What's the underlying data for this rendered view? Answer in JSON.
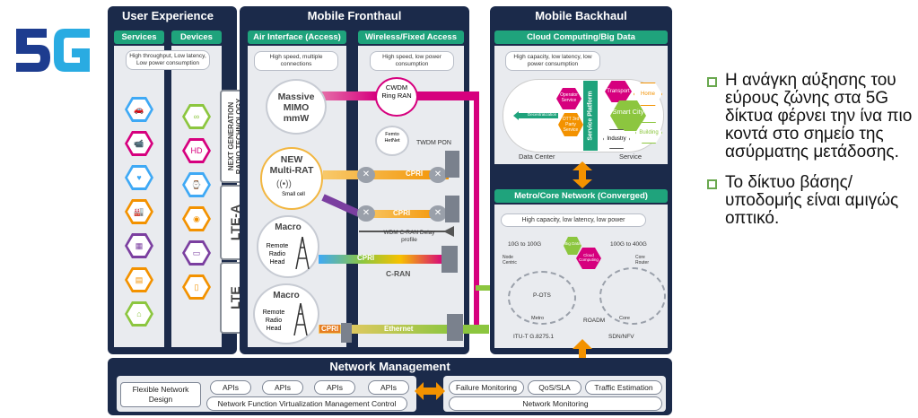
{
  "logo": {
    "text": "5G"
  },
  "ux": {
    "title": "User Experience",
    "services_label": "Services",
    "devices_label": "Devices",
    "desc": "High throughput, Low latency, Low power consumption",
    "service_icons": [
      "car-icon",
      "cctv-icon",
      "heart-monitor-icon",
      "factory-icon",
      "building-icon",
      "office-building-icon",
      "house-icon"
    ],
    "device_icons": [
      "glasses-icon",
      "hd-tv-icon",
      "smartwatch-icon",
      "camera-icon",
      "tablet-icon",
      "smartphone-icon"
    ]
  },
  "radio_tabs": {
    "next_gen": "NEXT GENERATION RADIO TECHNOLOGY",
    "lte_a": "LTE-A",
    "lte": "LTE"
  },
  "fronthaul": {
    "title": "Mobile Fronthaul",
    "air_label": "Air Interface (Access)",
    "wireless_label": "Wireless/Fixed Access",
    "air_desc": "High speed, multiple connections",
    "wireless_desc": "High speed, low power consumption",
    "massive": "Massive MIMO mmW",
    "new_multi": "NEW Multi-RAT",
    "small_cell": "Small cell",
    "macro1": "Macro",
    "remote1": "Remote Radio Head",
    "macro2": "Macro",
    "remote2": "Remote Radio Head",
    "cwdm": "CWDM Ring RAN",
    "femto": "Femto HetNet",
    "twdm": "TWDM PON",
    "cpri_1": "CPRI",
    "cpri_2": "CPRI",
    "cpri_3": "CPRI",
    "cpri_4": "CPRI",
    "wdm": "WDM C-RAN Delay profile",
    "cran": "C-RAN",
    "ethernet": "Ethernet"
  },
  "backhaul": {
    "title": "Mobile Backhaul",
    "cloud_label": "Cloud Computing/Big Data",
    "cloud_desc": "High capacity, low latency, low power consumption",
    "operator": "Operator Service",
    "ott": "OTT 3rd Party Service",
    "service_platform": "Service Platform",
    "decentral": "Decentralization",
    "transport": "Transport",
    "home": "Home",
    "smart_city": "Smart City",
    "industry": "Industry",
    "building": "Building",
    "data_center": "Data Center",
    "service": "Service",
    "metro_label": "Metro/Core Network (Converged)",
    "metro_desc": "High capacity, low latency, low power",
    "g10": "10G to 100G",
    "g100": "100G to 400G",
    "big_data": "Big Data",
    "cloud_computing": "Cloud Computing",
    "node_centric": "Node Centric",
    "core_router": "Core Router",
    "p_ots": "P-OTS",
    "roadm": "ROADM",
    "metro": "Metro",
    "core": "Core",
    "itu": "ITU-T G.8275.1",
    "sdn": "SDN/NFV"
  },
  "mgmt": {
    "title": "Network Management",
    "flexible": "Flexible Network Design",
    "apis": [
      "APIs",
      "APIs",
      "APIs",
      "APIs"
    ],
    "nfv": "Network Function Virtualization Management Control",
    "failure": "Failure Monitoring",
    "qos": "QoS/SLA",
    "traffic": "Traffic Estimation",
    "monitoring": "Network Monitoring"
  },
  "bullets": [
    "Η ανάγκη αύξησης του εύρους ζώνης στα 5G  δίκτυα φέρνει την ίνα πιο κοντά στο σημείο της ασύρματης μετάδοσης.",
    "Το δίκτυο βάσης/ υποδομής είναι αμιγώς οπτικό."
  ],
  "colors": {
    "navy": "#1b2a4a",
    "green": "#1fa37c",
    "magenta": "#d6007e",
    "orange": "#f39200",
    "purple": "#7b3fa0",
    "lime": "#8cc63f"
  }
}
